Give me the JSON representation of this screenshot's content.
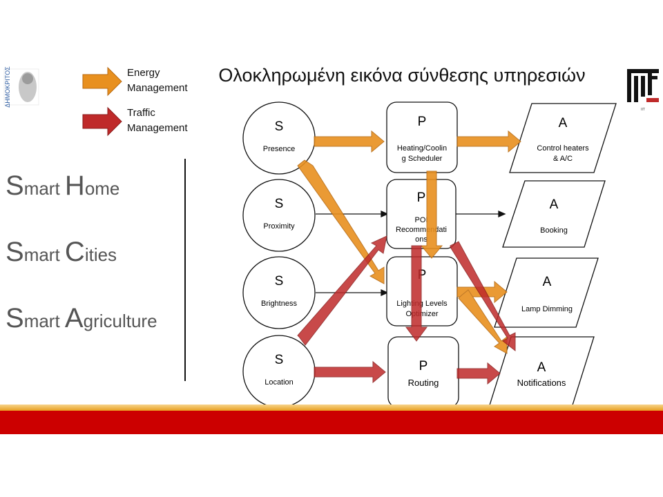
{
  "title": "Ολοκληρωμένη εικόνα σύνθεσης υπηρεσιών",
  "logos": {
    "left": {
      "text": "ΔΗΜΟΚΡΙΤΟΣ"
    },
    "right": {
      "text": "ΙΙΤ"
    }
  },
  "legend": [
    {
      "label_line1": "Energy",
      "label_line2": "Management",
      "color": "#e8901f"
    },
    {
      "label_line1": "Traffic",
      "label_line2": "Management",
      "color": "#bf2a2a"
    }
  ],
  "side_list": [
    {
      "big1": "S",
      "rest1": "mart ",
      "big2": "H",
      "rest2": "ome"
    },
    {
      "big1": "S",
      "rest1": "mart ",
      "big2": "C",
      "rest2": "ities"
    },
    {
      "big1": "S",
      "rest1": "mart ",
      "big2": "A",
      "rest2": "griculture"
    }
  ],
  "sensors": [
    {
      "letter": "S",
      "label": "Presence"
    },
    {
      "letter": "S",
      "label": "Proximity"
    },
    {
      "letter": "S",
      "label": "Brightness"
    },
    {
      "letter": "S",
      "label": "Location"
    }
  ],
  "processors": [
    {
      "letter": "P",
      "line1": "Heating/Coolin",
      "line2": "g Scheduler"
    },
    {
      "letter": "P",
      "line1": "POI",
      "line2": "Recommendati",
      "line3": "ons"
    },
    {
      "letter": "P",
      "line1": "Lighting Levels",
      "line2": "Optimizer"
    },
    {
      "letter": "P",
      "line1": "Routing",
      "line2": ""
    }
  ],
  "actuators": [
    {
      "letter": "A",
      "line1": "Control heaters",
      "line2": "& A/C"
    },
    {
      "letter": "A",
      "line1": "Booking",
      "line2": ""
    },
    {
      "letter": "A",
      "line1": "Lamp Dimming",
      "line2": ""
    },
    {
      "letter": "A",
      "line1": "Notifications",
      "line2": ""
    }
  ],
  "colors": {
    "energy": "#e8901f",
    "traffic": "#bf2a2a",
    "footer_gold": "#e8a020",
    "footer_red": "#cc0000"
  }
}
